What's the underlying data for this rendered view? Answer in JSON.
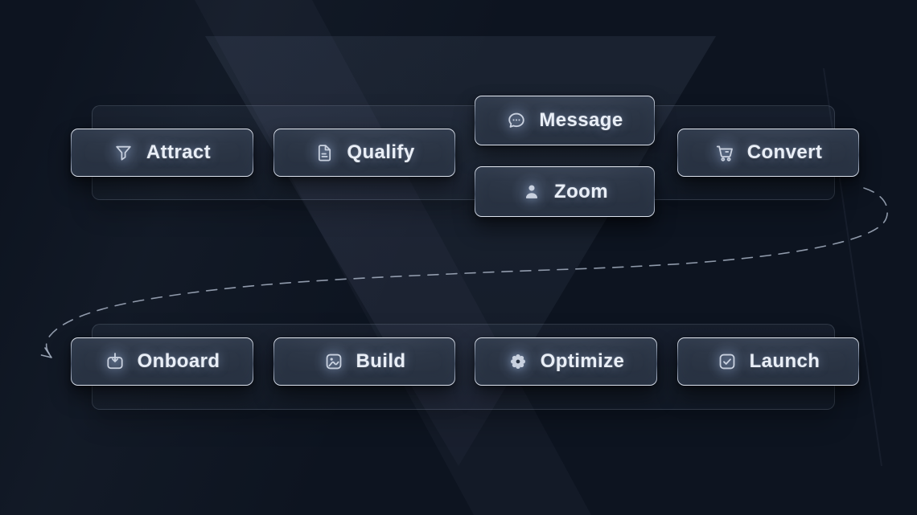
{
  "colors": {
    "bg": "#0d1420",
    "panel-fill": "rgba(160,180,215,0.065)",
    "panel-border": "rgba(190,205,228,0.17)",
    "btn-text": "#e9eef6",
    "icon": "#c9d1df",
    "connector": "#a7b2c3",
    "shape-fill": "rgba(167,188,222,0.075)",
    "streak-fill": "rgba(167,188,222,0.04)",
    "btn-fill-top": "#3d4759",
    "btn-fill-mid": "#2c3646",
    "btn-fill-bottom": "#232c3b",
    "btn-border-light": "#e7ecf4",
    "btn-border-dark": "#4e5a70"
  },
  "top_row": [
    {
      "label": "Attract",
      "icon": "funnel-icon"
    },
    {
      "label": "Qualify",
      "icon": "document-icon"
    },
    {
      "label": "Message",
      "icon": "chat-bubble-icon"
    },
    {
      "label": "Zoom",
      "icon": "person-icon"
    },
    {
      "label": "Convert",
      "icon": "shopping-cart-icon"
    }
  ],
  "bottom_row": [
    {
      "label": "Onboard",
      "icon": "tray-arrow-down-icon"
    },
    {
      "label": "Build",
      "icon": "image-icon"
    },
    {
      "label": "Optimize",
      "icon": "gear-icon"
    },
    {
      "label": "Launch",
      "icon": "check-square-icon"
    }
  ],
  "connector": {
    "type": "dashed-arrow",
    "from": "Convert",
    "to": "Onboard"
  }
}
